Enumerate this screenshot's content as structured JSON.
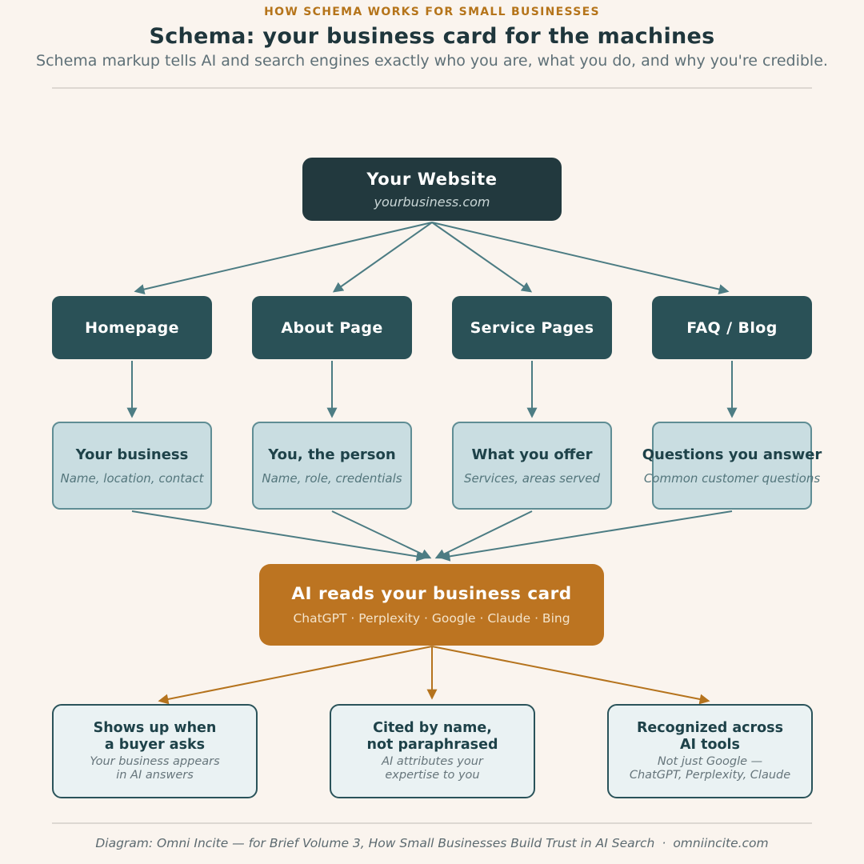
{
  "colors": {
    "background": "#faf4ee",
    "dark_box": "#22393e",
    "page_box": "#2a5157",
    "info_fill": "#c9dde1",
    "info_border": "#5f8d94",
    "accent_orange": "#bc7421",
    "kicker_orange": "#b5741a",
    "outcome_fill": "#eaf2f3",
    "outcome_border": "#2a535a",
    "arrow_teal": "#4c7c83",
    "arrow_orange": "#b5731d"
  },
  "header": {
    "kicker": "HOW SCHEMA WORKS FOR SMALL BUSINESSES",
    "title": "Schema: your business card for the machines",
    "subtitle": "Schema markup tells AI and search engines exactly who you are, what you do, and why you're credible."
  },
  "website": {
    "title": "Your Website",
    "domain": "yourbusiness.com"
  },
  "pages": [
    {
      "label": "Homepage"
    },
    {
      "label": "About Page"
    },
    {
      "label": "Service Pages"
    },
    {
      "label": "FAQ / Blog"
    }
  ],
  "schema_cards": [
    {
      "title": "Your business",
      "detail": "Name, location, contact"
    },
    {
      "title": "You, the person",
      "detail": "Name, role, credentials"
    },
    {
      "title": "What you offer",
      "detail": "Services, areas served"
    },
    {
      "title": "Questions you answer",
      "detail": "Common customer questions"
    }
  ],
  "ai_box": {
    "title": "AI reads your business card",
    "tools": "ChatGPT · Perplexity · Google · Claude · Bing"
  },
  "outcomes": [
    {
      "title_line1": "Shows up when",
      "title_line2": "a buyer asks",
      "detail_line1": "Your business appears",
      "detail_line2": "in AI answers"
    },
    {
      "title_line1": "Cited by name,",
      "title_line2": "not paraphrased",
      "detail_line1": "AI attributes your",
      "detail_line2": "expertise to you"
    },
    {
      "title_line1": "Recognized across",
      "title_line2": "AI tools",
      "detail_line1": "Not just Google —",
      "detail_line2": "ChatGPT, Perplexity, Claude"
    }
  ],
  "footer": {
    "credit": "Diagram: Omni Incite — for Brief Volume 3, How Small Businesses Build Trust in AI Search",
    "separator": "·",
    "site": "omniincite.com"
  }
}
